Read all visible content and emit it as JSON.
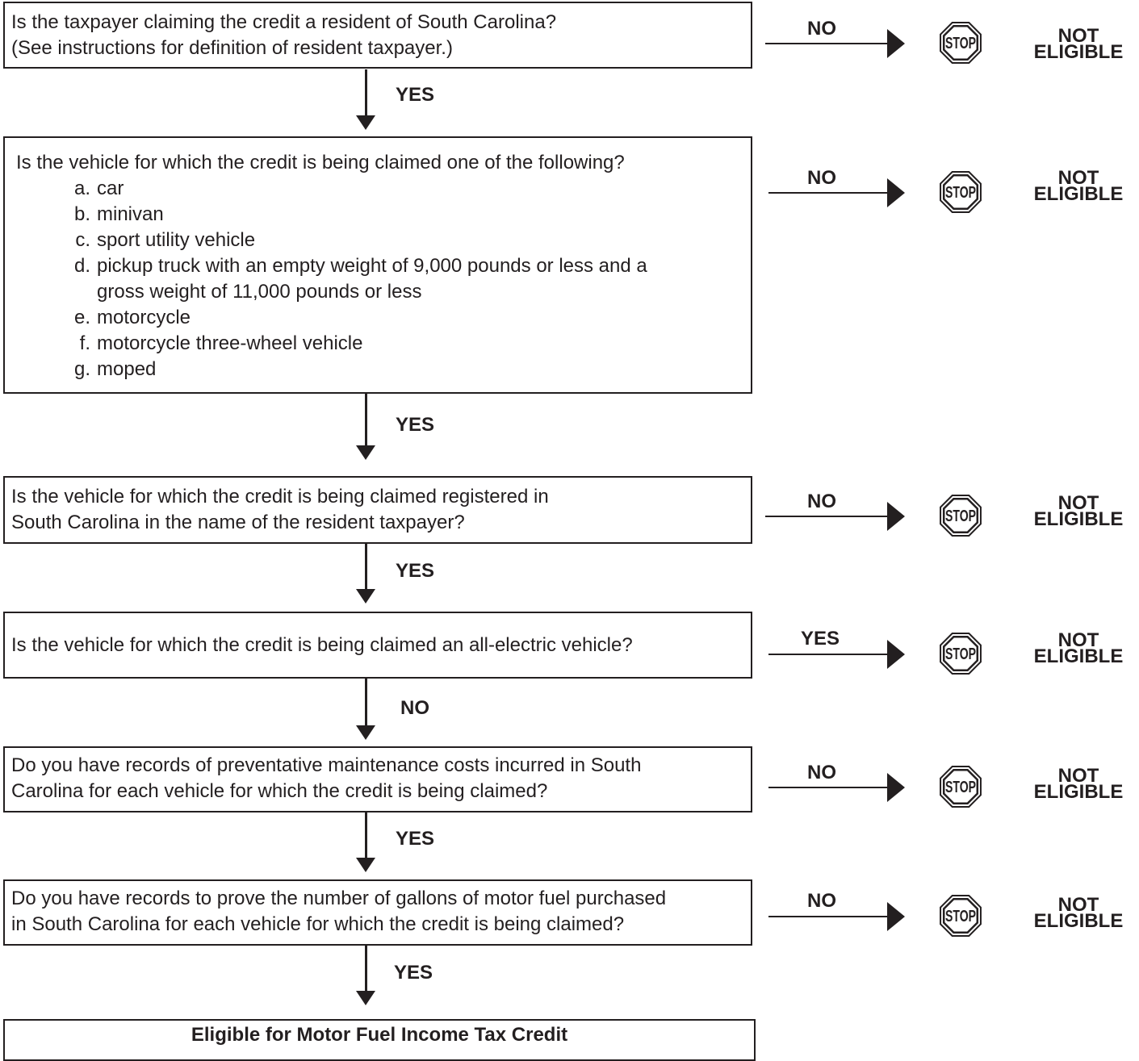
{
  "questions": [
    {
      "lines": [
        "Is the taxpayer claiming the credit a resident of South Carolina?",
        "(See instructions for definition of resident taxpayer.)"
      ],
      "branch_label": "NO",
      "continue_label": "YES"
    },
    {
      "lines": [
        "Is the vehicle for which the credit is being claimed one of the following?"
      ],
      "items": [
        {
          "letter": "a.",
          "text": "car"
        },
        {
          "letter": "b.",
          "text": "minivan"
        },
        {
          "letter": "c.",
          "text": "sport utility vehicle"
        },
        {
          "letter": "d.",
          "text": "pickup truck with an empty weight of 9,000 pounds or less and a",
          "text2": "gross weight of 11,000 pounds or less"
        },
        {
          "letter": "e.",
          "text": "motorcycle"
        },
        {
          "letter": "f.",
          "text": "motorcycle three-wheel vehicle"
        },
        {
          "letter": "g.",
          "text": "moped"
        }
      ],
      "branch_label": "NO",
      "continue_label": "YES"
    },
    {
      "lines": [
        "Is the vehicle for which the credit is being claimed registered in",
        "South Carolina in the name of the resident taxpayer?"
      ],
      "branch_label": "NO",
      "continue_label": "YES"
    },
    {
      "lines": [
        "Is the vehicle for which the credit is being claimed an all-electric vehicle?"
      ],
      "branch_label": "YES",
      "continue_label": "NO"
    },
    {
      "lines": [
        "Do you have records of preventative maintenance costs incurred in South",
        "Carolina for each vehicle for which the credit is being claimed?"
      ],
      "branch_label": "NO",
      "continue_label": "YES"
    },
    {
      "lines": [
        "Do you have records to prove the number of gallons of motor fuel purchased",
        "in South Carolina for each vehicle for which the credit is being claimed?"
      ],
      "branch_label": "NO",
      "continue_label": "YES"
    }
  ],
  "stop_sign_text": "STOP",
  "result": {
    "line1": "NOT",
    "line2": "ELIGIBLE"
  },
  "final_box": "Eligible for Motor Fuel Income Tax Credit",
  "colors": {
    "ink": "#231f20",
    "background": "#ffffff"
  }
}
